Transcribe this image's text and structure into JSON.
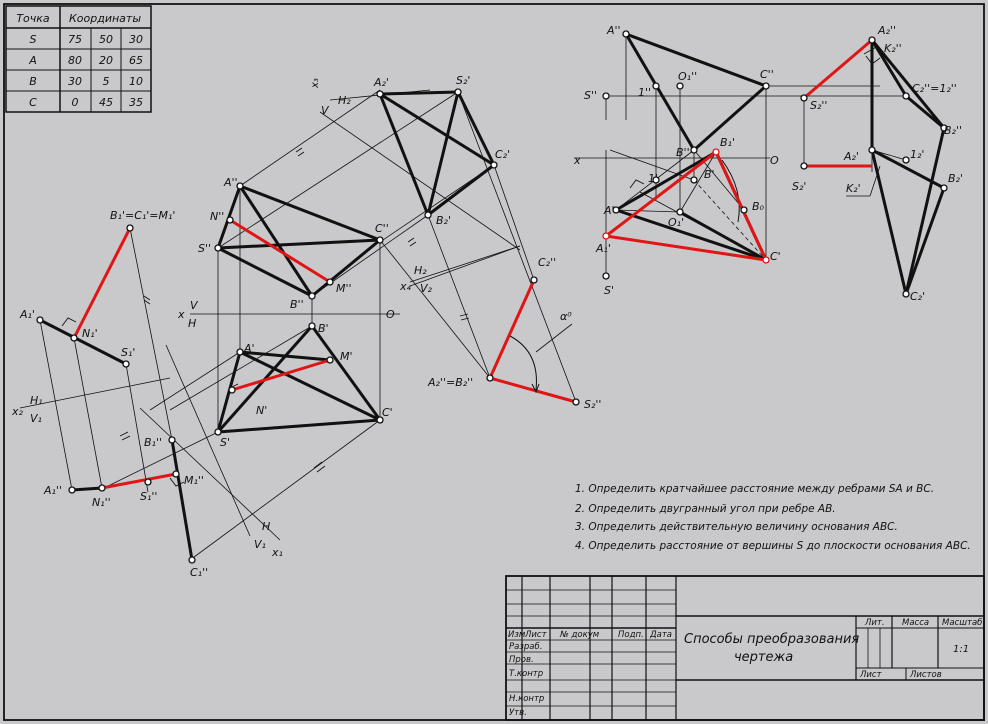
{
  "table": {
    "headers": [
      "Точка",
      "Координаты"
    ],
    "rows": [
      {
        "name": "S",
        "x": "75",
        "y": "50",
        "z": "30"
      },
      {
        "name": "A",
        "x": "80",
        "y": "20",
        "z": "65"
      },
      {
        "name": "B",
        "x": "30",
        "y": "5",
        "z": "10"
      },
      {
        "name": "C",
        "x": "0",
        "y": "45",
        "z": "35"
      }
    ]
  },
  "labels": {
    "a1p": "A₁'",
    "n1p": "N₁'",
    "s1p": "S₁'",
    "b1cm": "B₁'=C₁'=M₁'",
    "x2": "x₂",
    "h1": "H₁",
    "v1": "V₁",
    "a1pp": "A₁''",
    "n1pp": "N₁''",
    "s1pp": "S₁''",
    "m1pp": "M₁''",
    "b1pp": "B₁''",
    "c1pp": "C₁''",
    "x3": "x₃",
    "h2": "H₂",
    "v": "V",
    "a2p": "A₂'",
    "s2p": "S₂'",
    "c2p": "C₂'",
    "b2p": "B₂'",
    "app": "A''",
    "npp": "N''",
    "spp": "S''",
    "cpp": "C''",
    "bpp": "B''",
    "mpp": "M''",
    "xv": "x",
    "vv": "V",
    "hh": "H",
    "o": "O",
    "ap": "A'",
    "bp": "B'",
    "mp": "M'",
    "np": "N'",
    "sp": "S'",
    "cp": "C'",
    "x4": "x₄",
    "h2b": "H₂",
    "v2": "V₂",
    "c2pp": "C₂''",
    "a2b2": "A₂''=B₂''",
    "s2pp": "S₂''",
    "alpha": "α⁰",
    "hx1": "H",
    "vx1": "V₁",
    "x1": "x₁",
    "r_app": "A''",
    "r_a2pp": "A₂''",
    "r_k2pp": "K₂''",
    "r_o1pp": "O₁''",
    "r_cpp": "C''",
    "r_spp": "S''",
    "r_1pp": "1''",
    "r_s2pp": "S₂''",
    "r_c2eq": "C₂''=1₂''",
    "r_bpp": "B''",
    "r_b2pp": "B₂''",
    "r_x": "x",
    "r_o": "O",
    "r_b1p": "B₁'",
    "r_1p": "1'",
    "r_bp": "B'",
    "r_b0": "B₀",
    "r_a2p": "A₂'",
    "r_12p": "1₂'",
    "r_s2p": "S₂'",
    "r_k2p": "K₂'",
    "r_b2p": "B₂'",
    "r_ap": "A'",
    "r_o1p": "O₁'",
    "r_a1p": "A₁'",
    "r_cp": "C'",
    "r_sp": "S'",
    "r_c2p": "C₂'"
  },
  "tasks": [
    "1. Определить кратчайшее расстояние между ребрами SA и BC.",
    "2. Определить двугранный угол при ребре AB.",
    "3. Определить действительную величину основания ABC.",
    "4. Определить расстояние от вершины S до плоскости основания ABC."
  ],
  "title_block": {
    "title_line1": "Способы преобразования",
    "title_line2": "чертежа",
    "col_izm": "Изм",
    "col_list": "Лист",
    "col_doc": "№ докум",
    "col_podp": "Подп.",
    "col_data": "Дата",
    "razrab": "Разраб.",
    "prov": "Пров.",
    "tkontr": "Т.контр",
    "nkontr": "Н.контр",
    "utv": "Утв.",
    "lit": "Лит.",
    "massa": "Масса",
    "masshtab": "Масштаб",
    "scale": "1:1",
    "list": "Лист",
    "listov": "Листов"
  },
  "colors": {
    "background": "#c9c9cb",
    "ink": "#111111",
    "accent": "#e01515"
  }
}
